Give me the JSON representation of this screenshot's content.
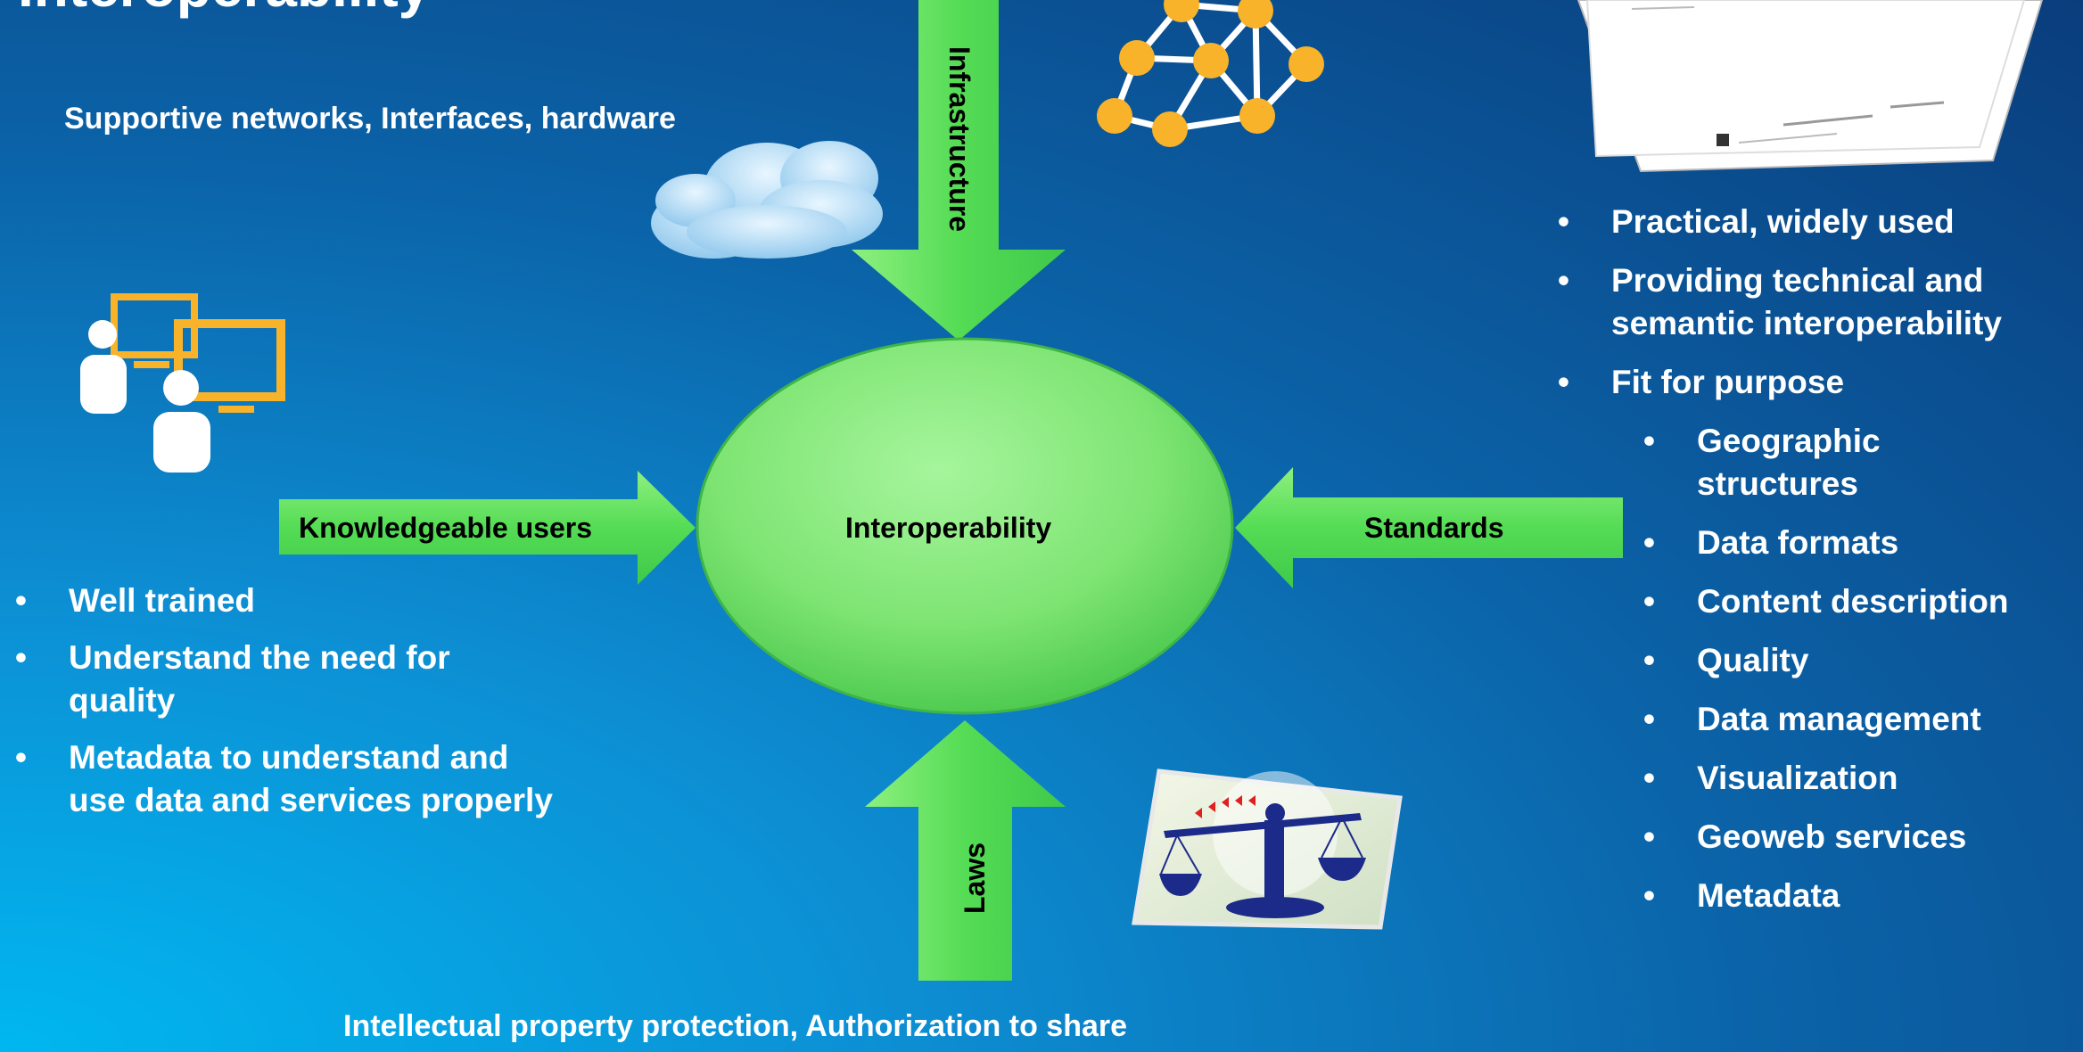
{
  "heading_partial": "Interoperability",
  "top_caption": "Supportive networks,  Interfaces, hardware",
  "bottom_caption": "Intellectual property protection,  Authorization to share",
  "center_label": "Interoperability",
  "arrows": {
    "top": "Infrastructure",
    "left": "Knowledgeable  users",
    "right": "Standards",
    "bottom": "Laws"
  },
  "left_bullets": [
    "Well trained",
    "Understand the need for quality",
    "Metadata to understand and use data and services properly"
  ],
  "right_bullets": [
    "Practical, widely used",
    "Providing technical and semantic interoperability",
    "Fit for purpose"
  ],
  "right_sub_bullets": [
    "Geographic structures",
    "Data formats",
    "Content description",
    "Quality",
    "Data management",
    "Visualization",
    "Geoweb services",
    "Metadata"
  ],
  "colors": {
    "arrow_green": "#5fe25f",
    "ellipse_green": "#7ee67a",
    "node_orange": "#f8b32b",
    "scale_navy": "#1c2a8a"
  },
  "icons": [
    "network-graph-icon",
    "cloud-icon",
    "users-computers-icon",
    "documents-icon",
    "scales-of-justice-icon"
  ]
}
